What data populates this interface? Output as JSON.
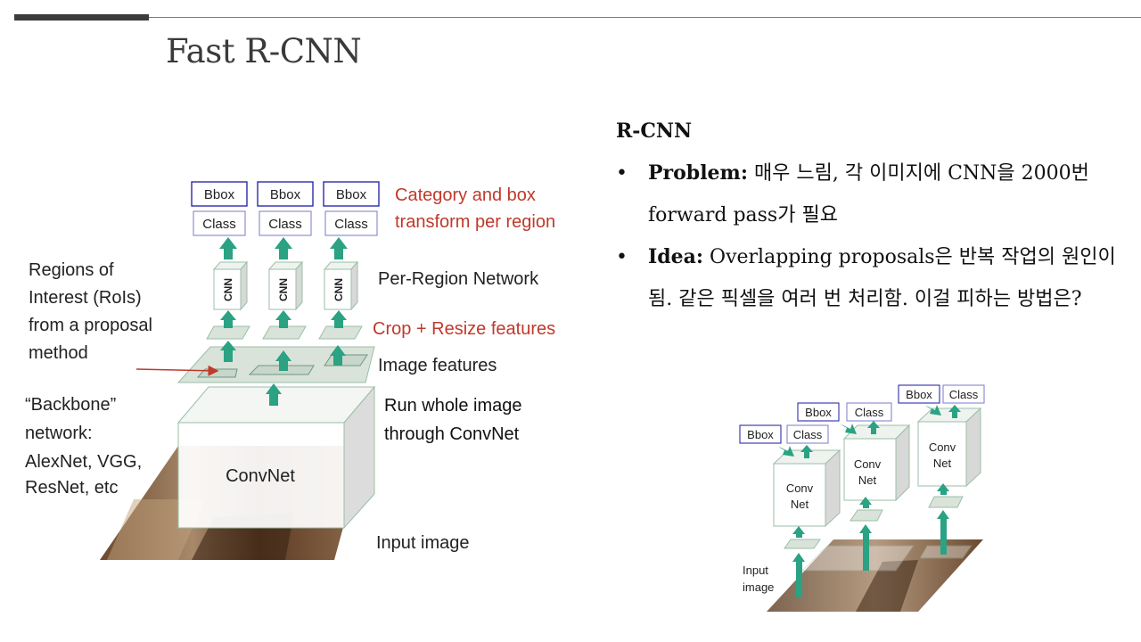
{
  "title": "Fast R-CNN",
  "content": {
    "heading": "R-CNN",
    "bullets": [
      {
        "label": "Problem:",
        "text": " 매우 느림, 각 이미지에 CNN을 2000번 forward pass가 필요"
      },
      {
        "label": "Idea:",
        "text": " Overlapping proposals은 반복 작업의 원인이 됨. 같은 픽셀을 여러 번 처리함. 이걸 피하는 방법은?"
      }
    ]
  },
  "fast_rcnn_diagram": {
    "box_labels": {
      "bbox": "Bbox",
      "class": "Class",
      "cnn": "CNN",
      "convnet": "ConvNet"
    },
    "category_label": [
      "Category and box",
      "transform per region"
    ],
    "per_region_label": "Per-Region Network",
    "crop_label": "Crop + Resize features",
    "image_features_label": "Image features",
    "run_whole_label": [
      "Run whole image",
      "through ConvNet"
    ],
    "input_image_label": "Input image",
    "rois_label": [
      "Regions of",
      "Interest (RoIs)",
      "from a proposal",
      "method"
    ],
    "backbone_label": [
      "“Backbone”",
      "network:",
      "AlexNet, VGG,",
      "ResNet, etc"
    ],
    "colors": {
      "red_label": "#c0392b",
      "arrow_green": "#2aa283",
      "box_border": "#1a1aa6"
    }
  },
  "rcnn_diagram": {
    "bbox": "Bbox",
    "class": "Class",
    "conv": "Conv",
    "net": "Net",
    "input_label": [
      "Input",
      "image"
    ]
  }
}
